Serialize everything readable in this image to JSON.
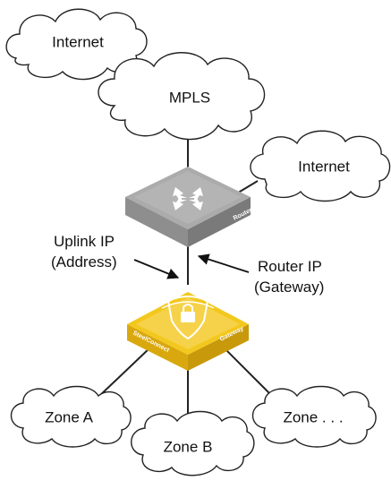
{
  "clouds": {
    "internet_top": "Internet",
    "mpls": "MPLS",
    "internet_right": "Internet",
    "zone_a": "Zone A",
    "zone_b": "Zone B",
    "zone_more": "Zone . . ."
  },
  "devices": {
    "router": "Router",
    "gateway_brand": "SteelConnect",
    "gateway": "Gateway"
  },
  "labels": {
    "uplink_line1": "Uplink IP",
    "uplink_line2": "(Address)",
    "router_ip_line1": "Router IP",
    "router_ip_line2": "(Gateway)"
  },
  "colors": {
    "router_top": "#a9a9a9",
    "router_side": "#8c8c8c",
    "gateway_top": "#f3c81e",
    "gateway_side": "#d9aa10"
  },
  "icons": {
    "router": "router-arrows-icon",
    "gateway": "shield-lock-icon"
  }
}
